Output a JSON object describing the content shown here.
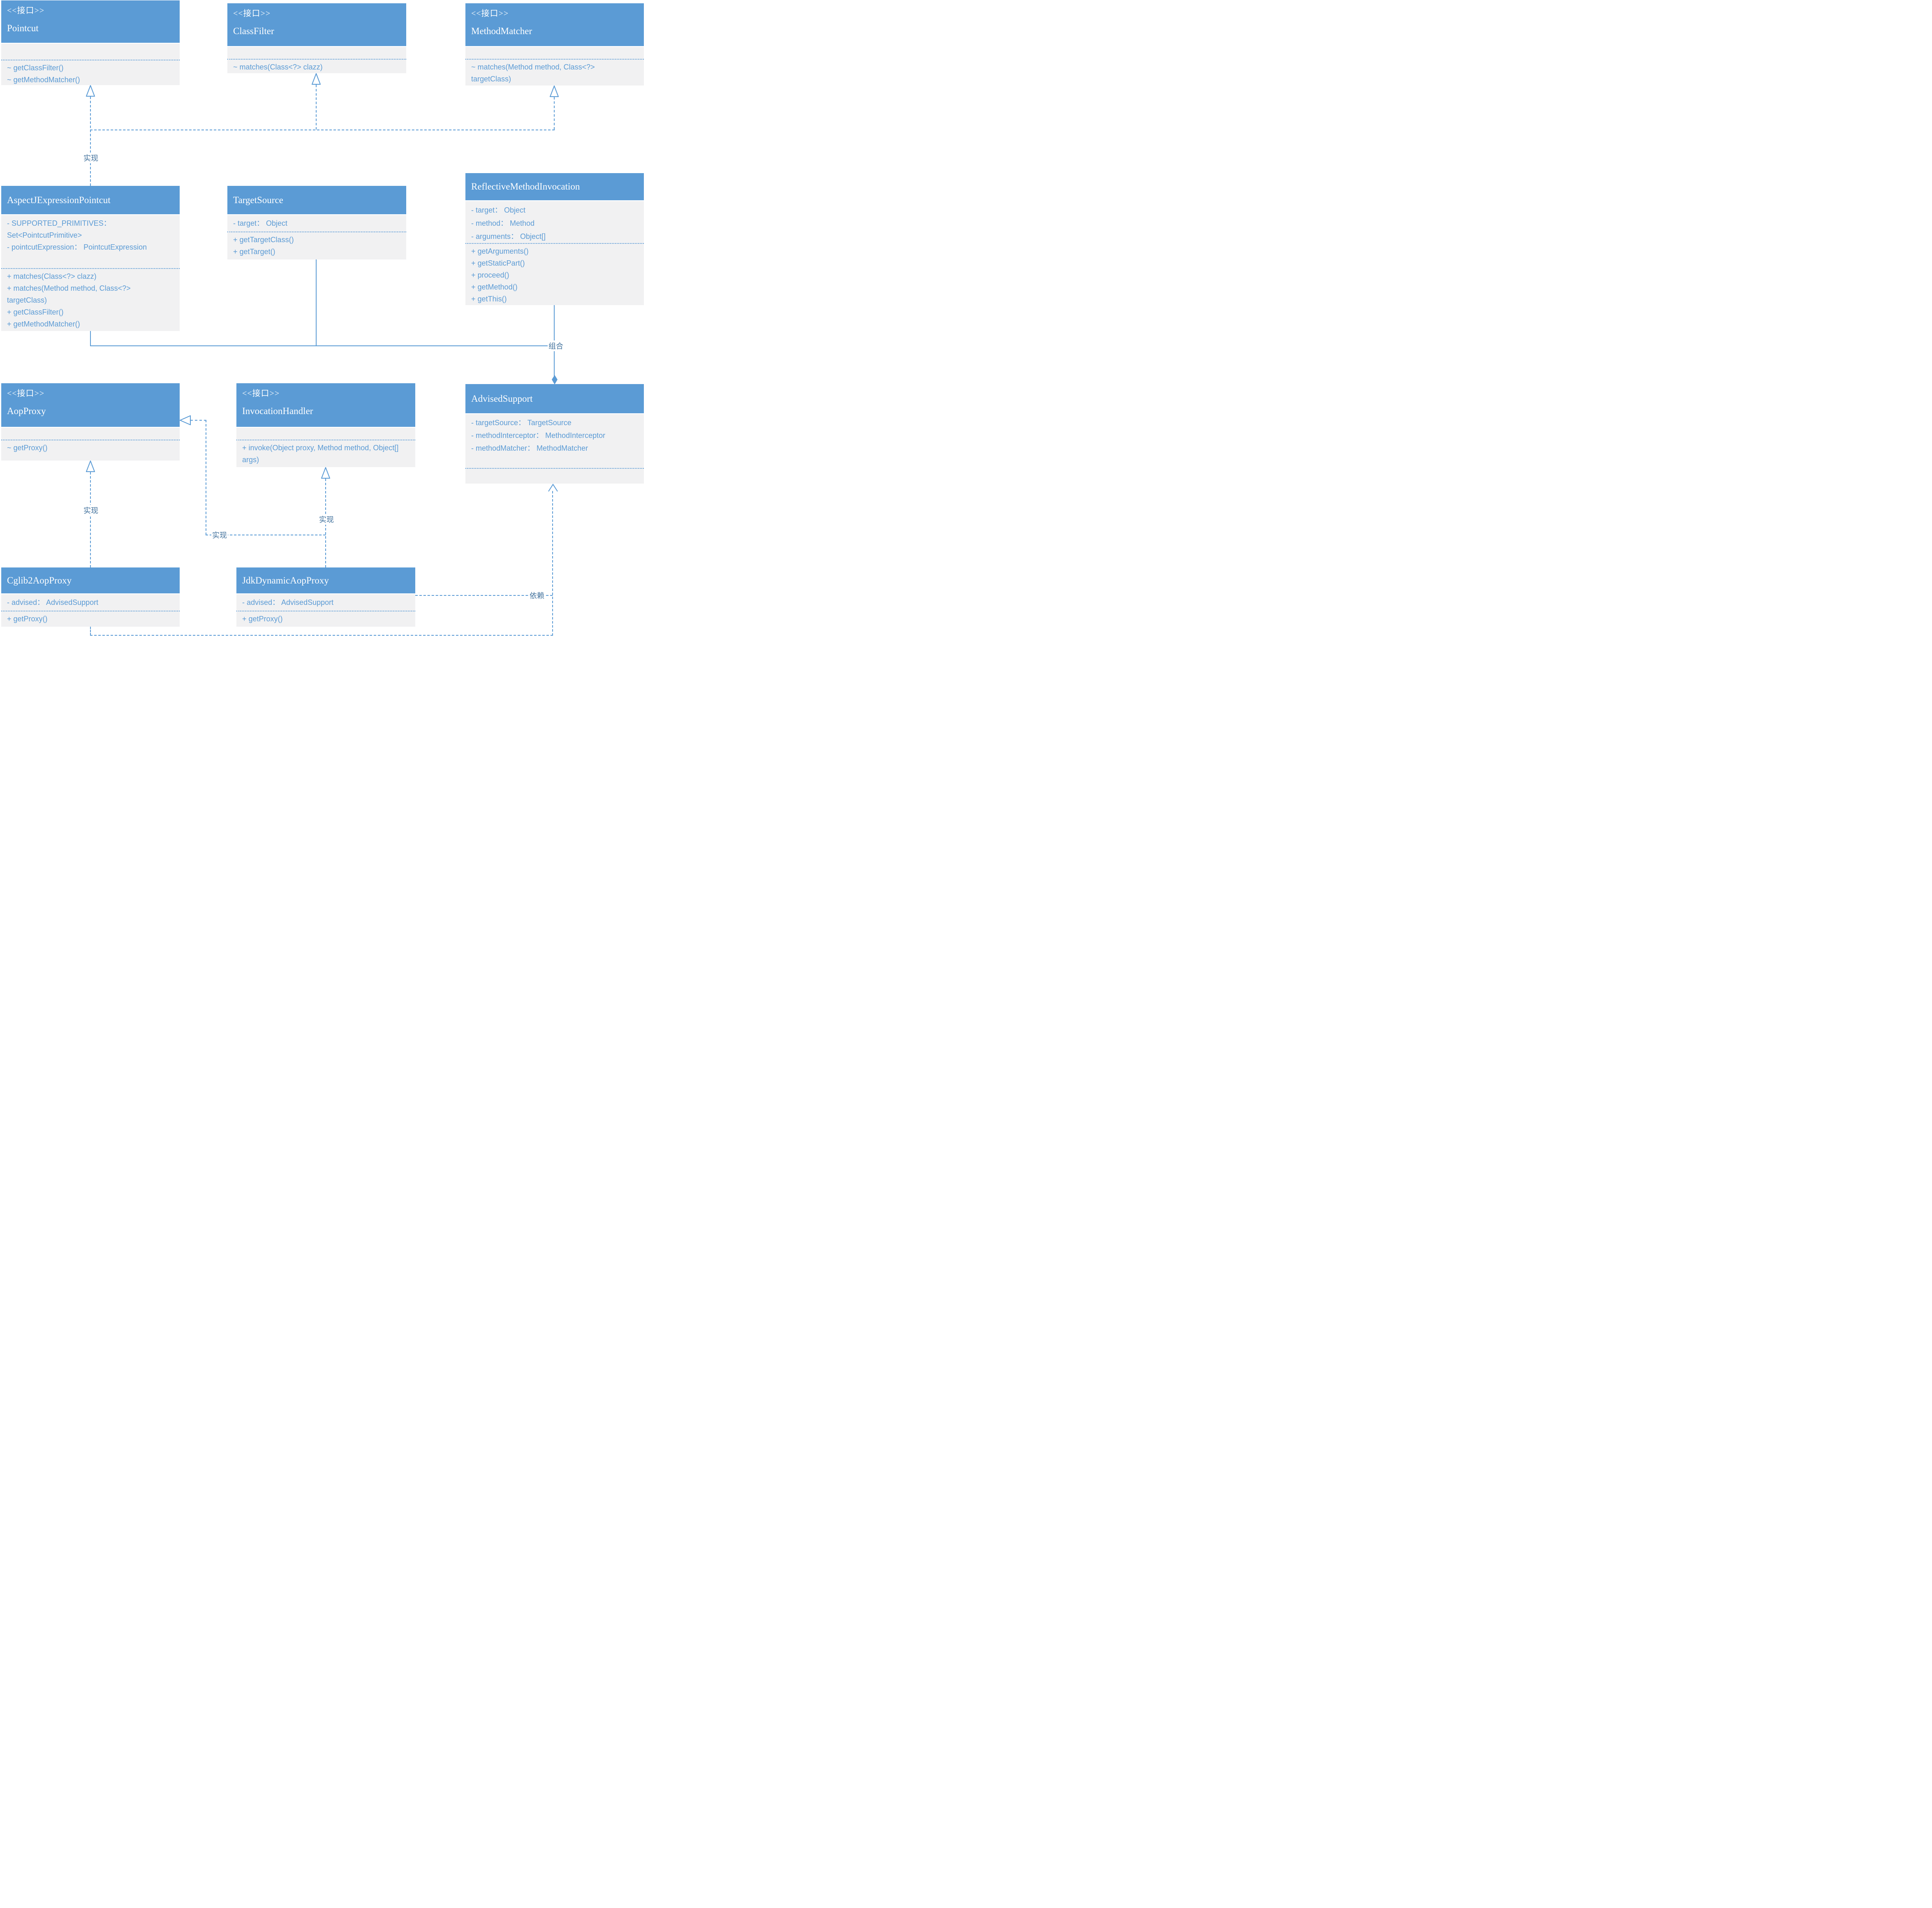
{
  "diagram": {
    "title": "Spring AOP UML class diagram",
    "colors": {
      "header_blue": "#5b9bd5",
      "body_gray": "#f1f1f2",
      "member_text_blue": "#5b9bd5",
      "edge_line_blue": "#5b9bd5",
      "edge_label_blue": "#41719c",
      "title_text": "#ffffff"
    },
    "labels": {
      "realize": "实现",
      "compose": "组合",
      "depend": "依赖"
    },
    "classes": [
      {
        "id": "pointcut",
        "stereotype": "<<接口>>",
        "name": "Pointcut",
        "attributes": [],
        "methods": [
          "~ getClassFilter()",
          "~ getMethodMatcher()"
        ]
      },
      {
        "id": "classfilter",
        "stereotype": "<<接口>>",
        "name": "ClassFilter",
        "attributes": [],
        "methods": [
          "~ matches(Class<?> clazz)"
        ]
      },
      {
        "id": "methodmatcher",
        "stereotype": "<<接口>>",
        "name": "MethodMatcher",
        "attributes": [],
        "methods": [
          "~ matches(Method method, Class<?> targetClass)"
        ]
      },
      {
        "id": "aspectj",
        "stereotype": null,
        "name": "AspectJExpressionPointcut",
        "attributes": [
          "- SUPPORTED_PRIMITIVES： Set<PointcutPrimitive>",
          "- pointcutExpression： PointcutExpression"
        ],
        "methods": [
          "+ matches(Class<?> clazz)",
          "+ matches(Method method, Class<?> targetClass)",
          "+ getClassFilter()",
          "+ getMethodMatcher()"
        ]
      },
      {
        "id": "targetsource",
        "stereotype": null,
        "name": "TargetSource",
        "attributes": [
          "- target： Object"
        ],
        "methods": [
          "+ getTargetClass()",
          "+ getTarget()"
        ]
      },
      {
        "id": "reflective",
        "stereotype": null,
        "name": "ReflectiveMethodInvocation",
        "attributes": [
          "- target： Object",
          "- method： Method",
          "- arguments： Object[]"
        ],
        "methods": [
          "+ getArguments()",
          "+ getStaticPart()",
          "+ proceed()",
          "+ getMethod()",
          "+ getThis()"
        ]
      },
      {
        "id": "aopproxy",
        "stereotype": "<<接口>>",
        "name": "AopProxy",
        "attributes": [],
        "methods": [
          "~ getProxy()"
        ]
      },
      {
        "id": "invocationhandler",
        "stereotype": "<<接口>>",
        "name": "InvocationHandler",
        "attributes": [],
        "methods": [
          "+ invoke(Object proxy, Method method, Object[] args)"
        ]
      },
      {
        "id": "advisedsupport",
        "stereotype": null,
        "name": "AdvisedSupport",
        "attributes": [
          "- targetSource： TargetSource",
          "- methodInterceptor： MethodInterceptor",
          "- methodMatcher： MethodMatcher"
        ],
        "methods": []
      },
      {
        "id": "cglib",
        "stereotype": null,
        "name": "Cglib2AopProxy",
        "attributes": [
          "- advised： AdvisedSupport"
        ],
        "methods": [
          "+ getProxy()"
        ]
      },
      {
        "id": "jdk",
        "stereotype": null,
        "name": "JdkDynamicAopProxy",
        "attributes": [
          "- advised： AdvisedSupport"
        ],
        "methods": [
          "+ getProxy()"
        ]
      }
    ],
    "relations": [
      {
        "from": "AspectJExpressionPointcut",
        "to": "Pointcut",
        "type": "realize"
      },
      {
        "from": "AspectJExpressionPointcut",
        "to": "ClassFilter",
        "type": "realize"
      },
      {
        "from": "AspectJExpressionPointcut",
        "to": "MethodMatcher",
        "type": "realize"
      },
      {
        "from": "AspectJExpressionPointcut / TargetSource / ReflectiveMethodInvocation",
        "to": "AdvisedSupport",
        "type": "compose"
      },
      {
        "from": "Cglib2AopProxy",
        "to": "AopProxy",
        "type": "realize"
      },
      {
        "from": "JdkDynamicAopProxy",
        "to": "AopProxy",
        "type": "realize"
      },
      {
        "from": "JdkDynamicAopProxy",
        "to": "InvocationHandler",
        "type": "realize"
      },
      {
        "from": "Cglib2AopProxy / JdkDynamicAopProxy",
        "to": "AdvisedSupport",
        "type": "depend"
      }
    ]
  }
}
